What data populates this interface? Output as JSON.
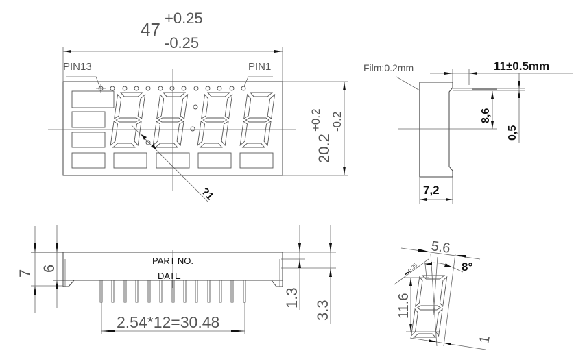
{
  "front_view": {
    "width_nominal": "47",
    "width_tol_plus": "+0.25",
    "width_tol_minus": "-0.25",
    "pin13_label": "PIN13",
    "pin1_label": "PIN1",
    "height_nominal": "20.2",
    "height_tol_plus": "+0.2",
    "height_tol_minus": "-0.2",
    "hole_dim": "?1"
  },
  "side_view": {
    "film_label": "Film:0.2mm",
    "depth_dim": "11±0.5mm",
    "dim_8_6": "8,6",
    "dim_0_5": "0,5",
    "dim_7_2": "7,2"
  },
  "bottom_view": {
    "part_no_label": "PART NO.",
    "date_label": "DATE",
    "pitch_dim": "2.54*12=30.48",
    "dim_7": "7",
    "dim_6": "6",
    "dim_1_3": "1.3",
    "dim_3_3": "3.3"
  },
  "digit_detail": {
    "digit_width": "5.6",
    "segment_width": "0.35",
    "slant_angle": "8°",
    "digit_height": "11.6",
    "segment_gap": "1"
  }
}
